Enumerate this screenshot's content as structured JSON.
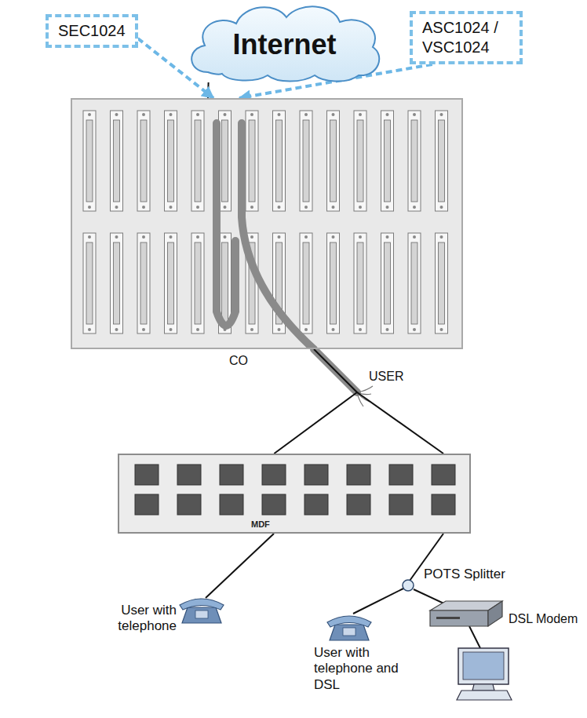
{
  "diagram": {
    "nodes": [
      {
        "text": [
          "Internet"
        ]
      },
      {
        "text": [
          "SEC1024"
        ]
      },
      {
        "text": [
          "ASC1024 / VSC1024"
        ]
      },
      {
        "text": [
          "CO"
        ]
      },
      {
        "text": [
          "MDF"
        ]
      }
    ],
    "edges": [
      {
        "from": 0,
        "to": 3,
        "arrow": "none"
      },
      {
        "from": 1,
        "to": 3,
        "arrow": "to"
      },
      {
        "from": 2,
        "to": 3,
        "arrow": "to"
      },
      {
        "from": 3,
        "to": 4,
        "arrow": "none"
      }
    ],
    "labels": [
      "USER",
      "User with telephone",
      "POTS Splitter",
      "DSL Modem",
      "User with telephone and DSL"
    ]
  }
}
